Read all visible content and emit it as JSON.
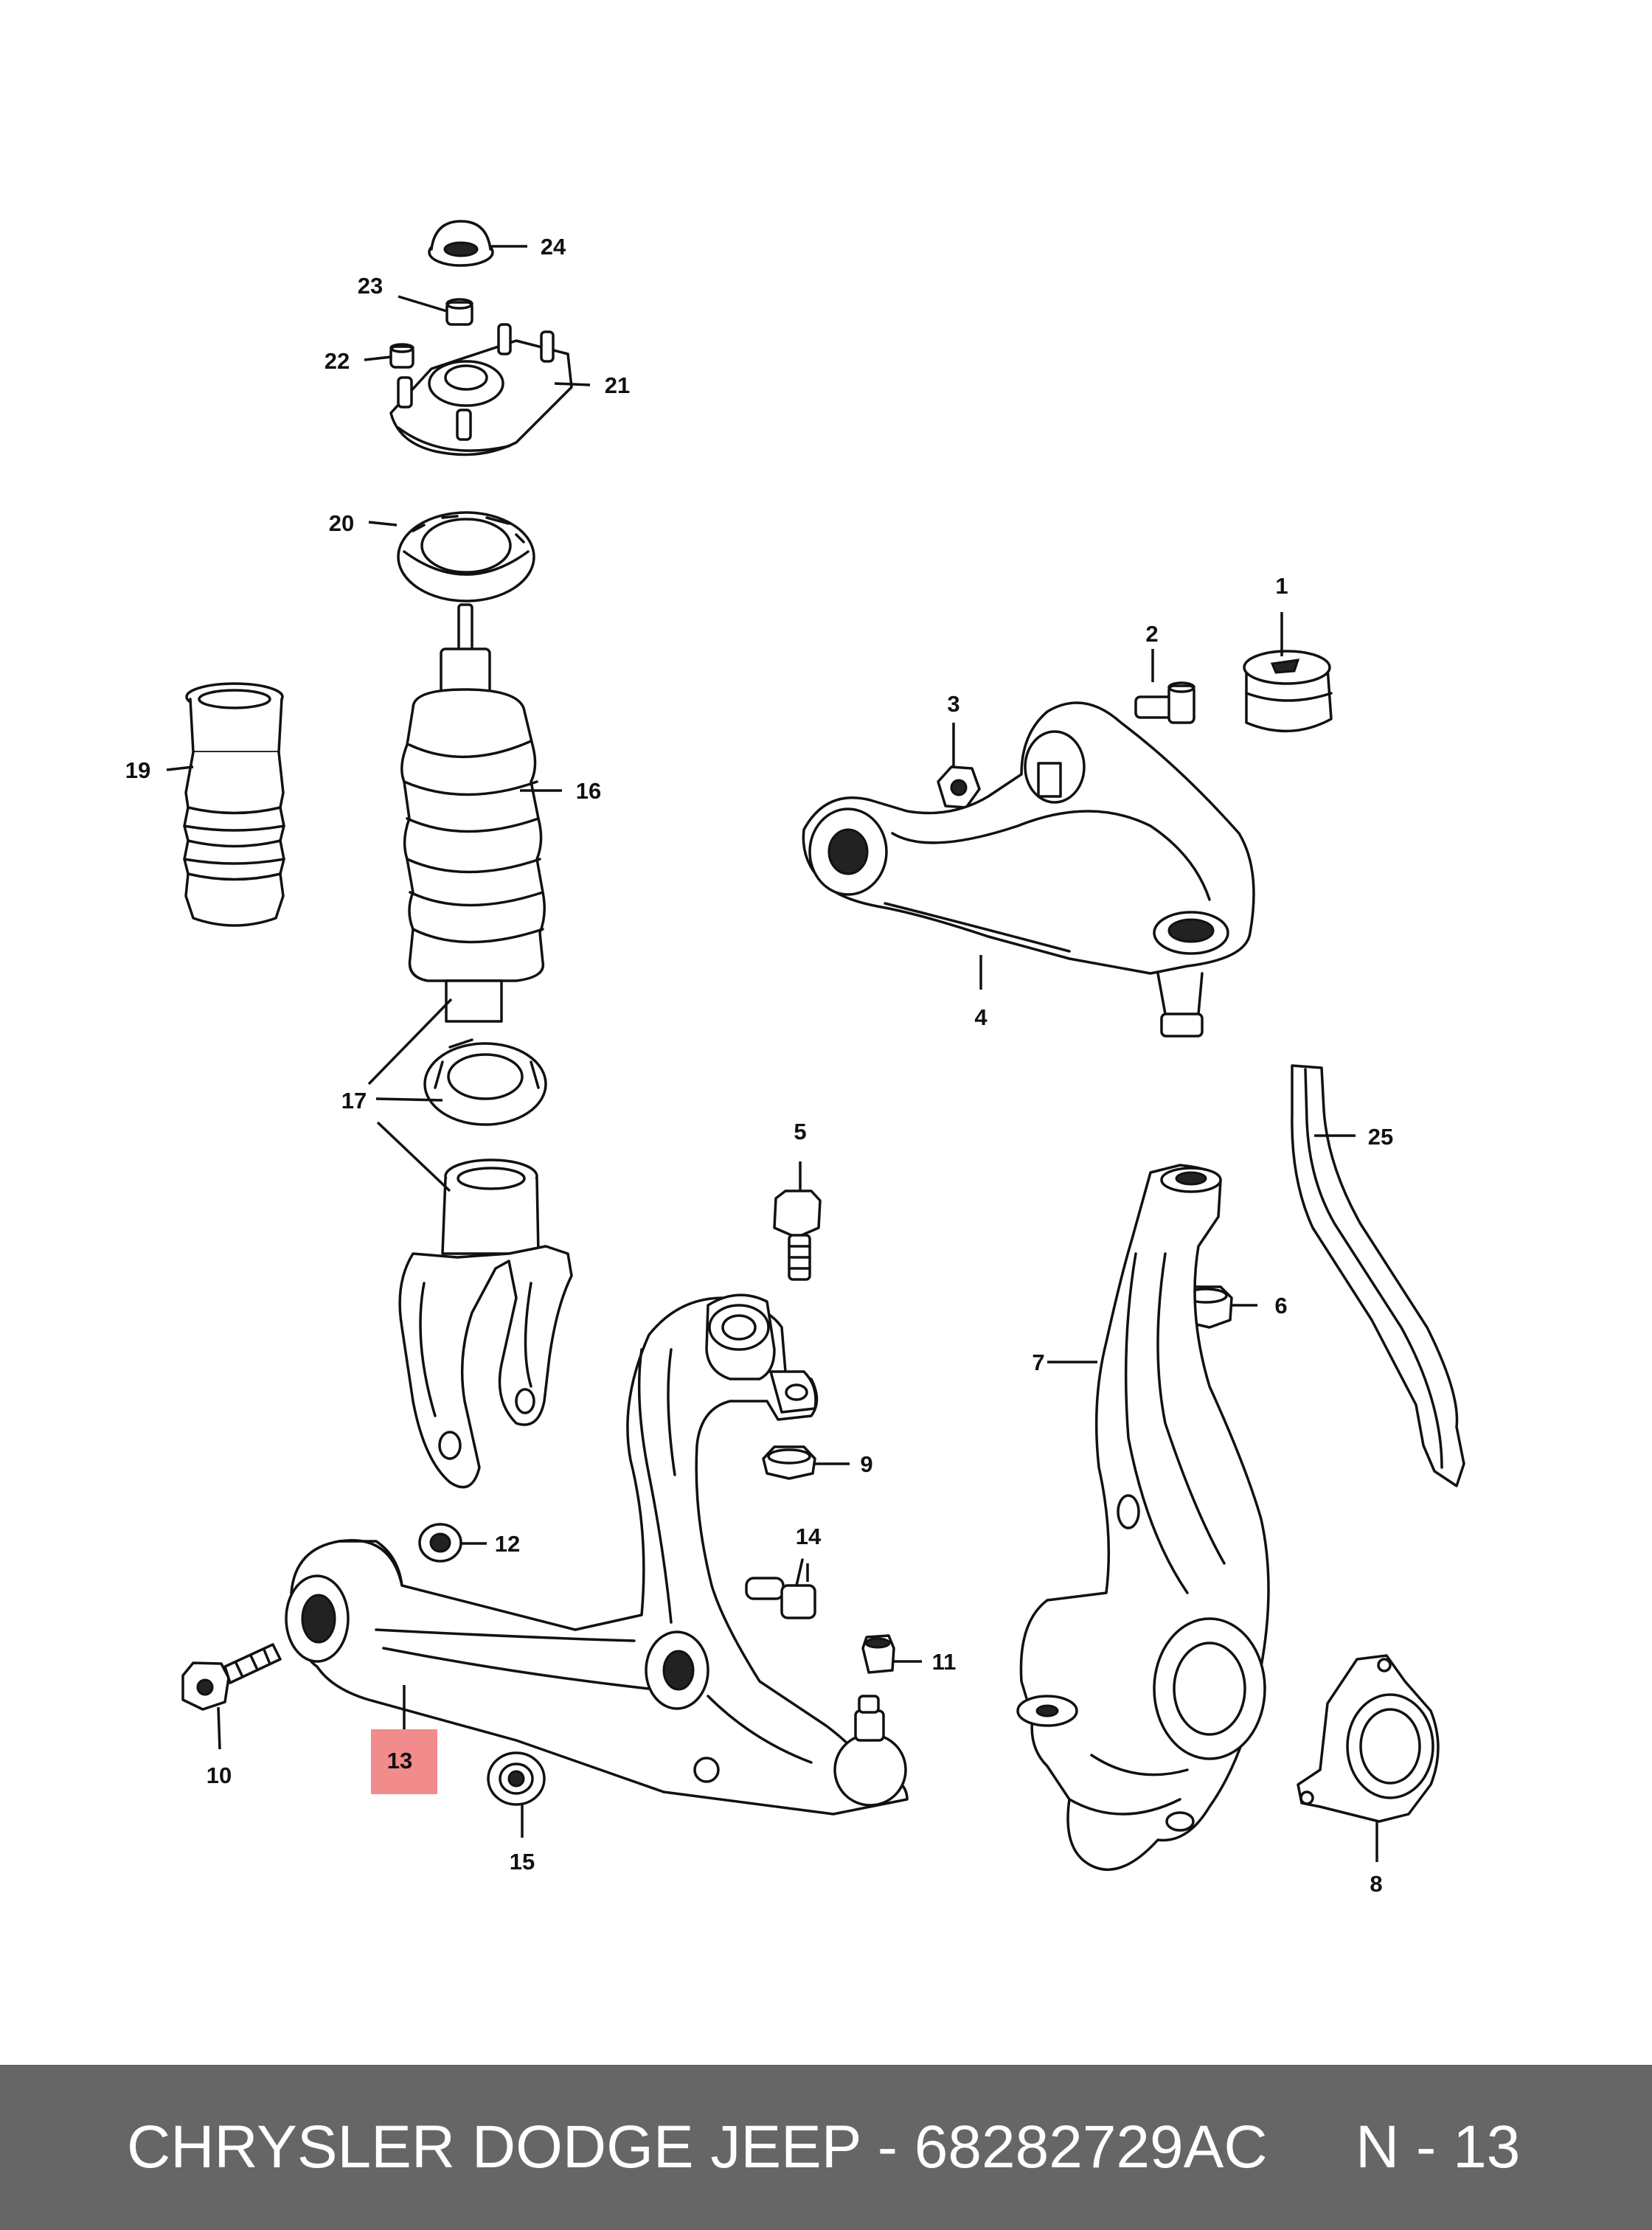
{
  "callouts": {
    "p1": "1",
    "p2": "2",
    "p3": "3",
    "p4": "4",
    "p5": "5",
    "p6": "6",
    "p7": "7",
    "p8": "8",
    "p9": "9",
    "p10": "10",
    "p11": "11",
    "p12": "12",
    "p13": "13",
    "p14": "14",
    "p15": "15",
    "p16": "16",
    "p17": "17",
    "p19": "19",
    "p20": "20",
    "p21": "21",
    "p22": "22",
    "p23": "23",
    "p24": "24",
    "p25": "25"
  },
  "highlight": {
    "part": "13",
    "color": "#f28b8b"
  },
  "footer": {
    "title": "CHRYSLER DODGE JEEP - 68282729AC",
    "ref": "N - 13",
    "background": "#666666",
    "text_color": "#ffffff"
  }
}
